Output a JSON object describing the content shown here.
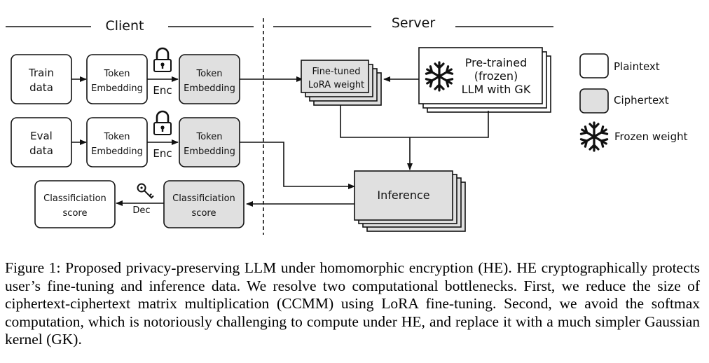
{
  "diagram": {
    "client_header": "Client",
    "server_header": "Server",
    "client": {
      "train_data": [
        "Train",
        "data"
      ],
      "eval_data": [
        "Eval",
        "data"
      ],
      "token_embedding": [
        "Token",
        "Embedding"
      ],
      "encrypt_label": "Enc",
      "decrypt_label": "Dec",
      "classification_score": [
        "Classificiation",
        "score"
      ]
    },
    "server": {
      "lora": [
        "Fine-tuned",
        "LoRA weight"
      ],
      "llm": [
        "Pre-trained",
        "(frozen)",
        "LLM with GK"
      ],
      "inference": "Inference"
    },
    "legend": {
      "plaintext": "Plaintext",
      "ciphertext": "Ciphertext",
      "frozen": "Frozen weight"
    },
    "colors": {
      "plaintext_fill": "#ffffff",
      "ciphertext_fill": "#e0e0e0",
      "stroke": "#111111"
    }
  },
  "caption": "Figure 1: Proposed privacy-preserving LLM under homomorphic encryption (HE). HE cryptographically protects user’s fine-tuning and inference data. We resolve two computational bottlenecks. First, we reduce the size of ciphertext-ciphertext matrix multiplication (CCMM) using LoRA fine-tuning. Second, we avoid the softmax computation, which is notoriously challenging to compute under HE, and replace it with a much simpler Gaussian kernel (GK)."
}
